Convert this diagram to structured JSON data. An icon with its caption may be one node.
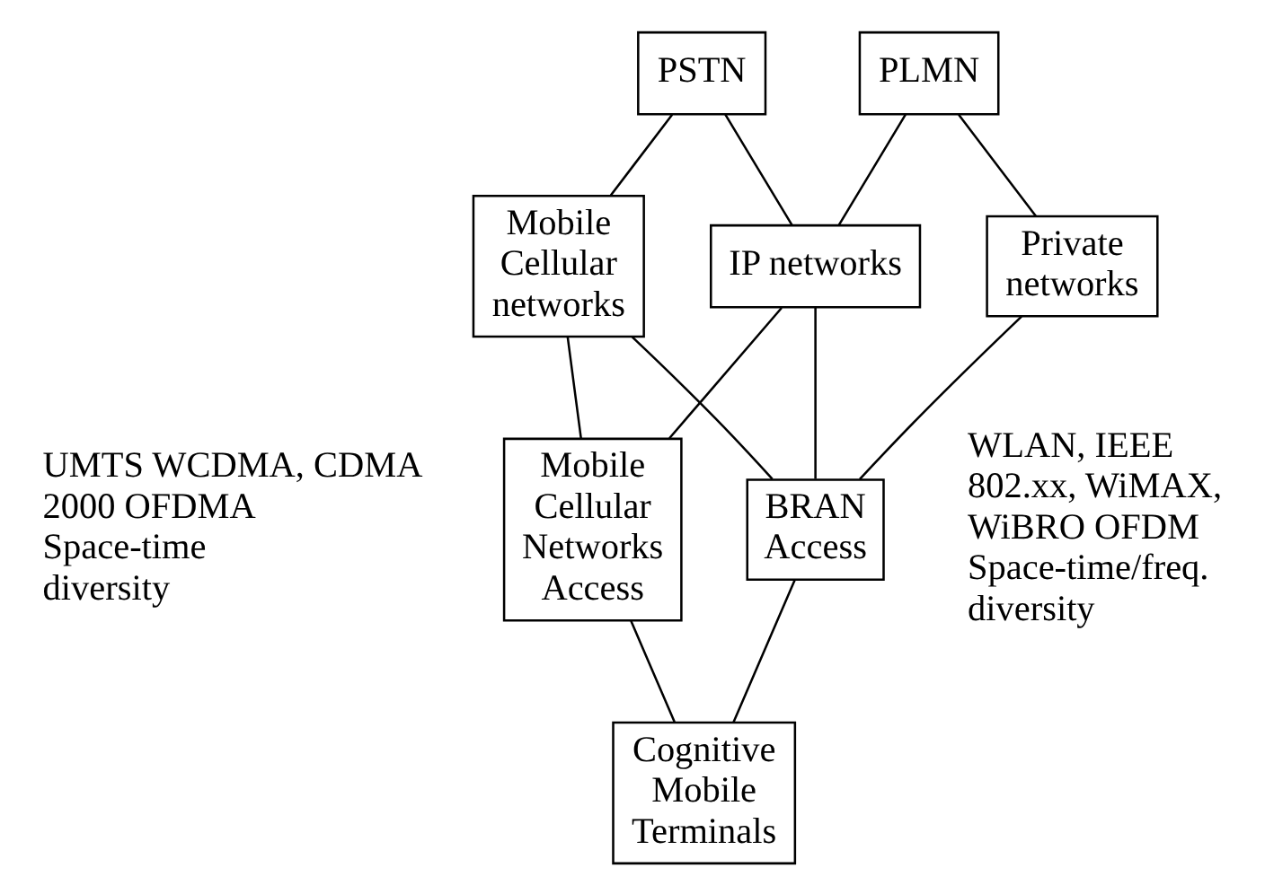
{
  "diagram": {
    "nodes": [
      {
        "text": [
          "PSTN"
        ]
      },
      {
        "text": [
          "PLMN"
        ]
      },
      {
        "text": [
          "Mobile Cellular networks"
        ]
      },
      {
        "text": [
          "IP networks"
        ]
      },
      {
        "text": [
          "Private networks"
        ]
      },
      {
        "text": [
          "Mobile Cellular Networks Access"
        ],
        "beside": [
          "UMTS WCDMA, CDMA 2000 OFDMA Space-time diversity"
        ]
      },
      {
        "text": [
          "BRAN Access"
        ],
        "beside": [
          "WLAN, IEEE 802.xx, WiMAX, WiBRO OFDM Space-time/freq. diversity"
        ]
      },
      {
        "text": [
          "Cognitive Mobile Terminals"
        ]
      }
    ],
    "edges": [
      {
        "from": 0,
        "to": 2,
        "arrow": "none"
      },
      {
        "from": 0,
        "to": 3,
        "arrow": "none"
      },
      {
        "from": 1,
        "to": 3,
        "arrow": "none"
      },
      {
        "from": 1,
        "to": 4,
        "arrow": "none"
      },
      {
        "from": 2,
        "to": 5,
        "arrow": "none"
      },
      {
        "from": 3,
        "to": 5,
        "arrow": "none"
      },
      {
        "from": 3,
        "to": 6,
        "arrow": "none"
      },
      {
        "from": 2,
        "to": 6,
        "arrow": "none"
      },
      {
        "from": 4,
        "to": 6,
        "arrow": "none"
      },
      {
        "from": 5,
        "to": 7,
        "arrow": "none"
      },
      {
        "from": 6,
        "to": 7,
        "arrow": "none"
      }
    ]
  }
}
